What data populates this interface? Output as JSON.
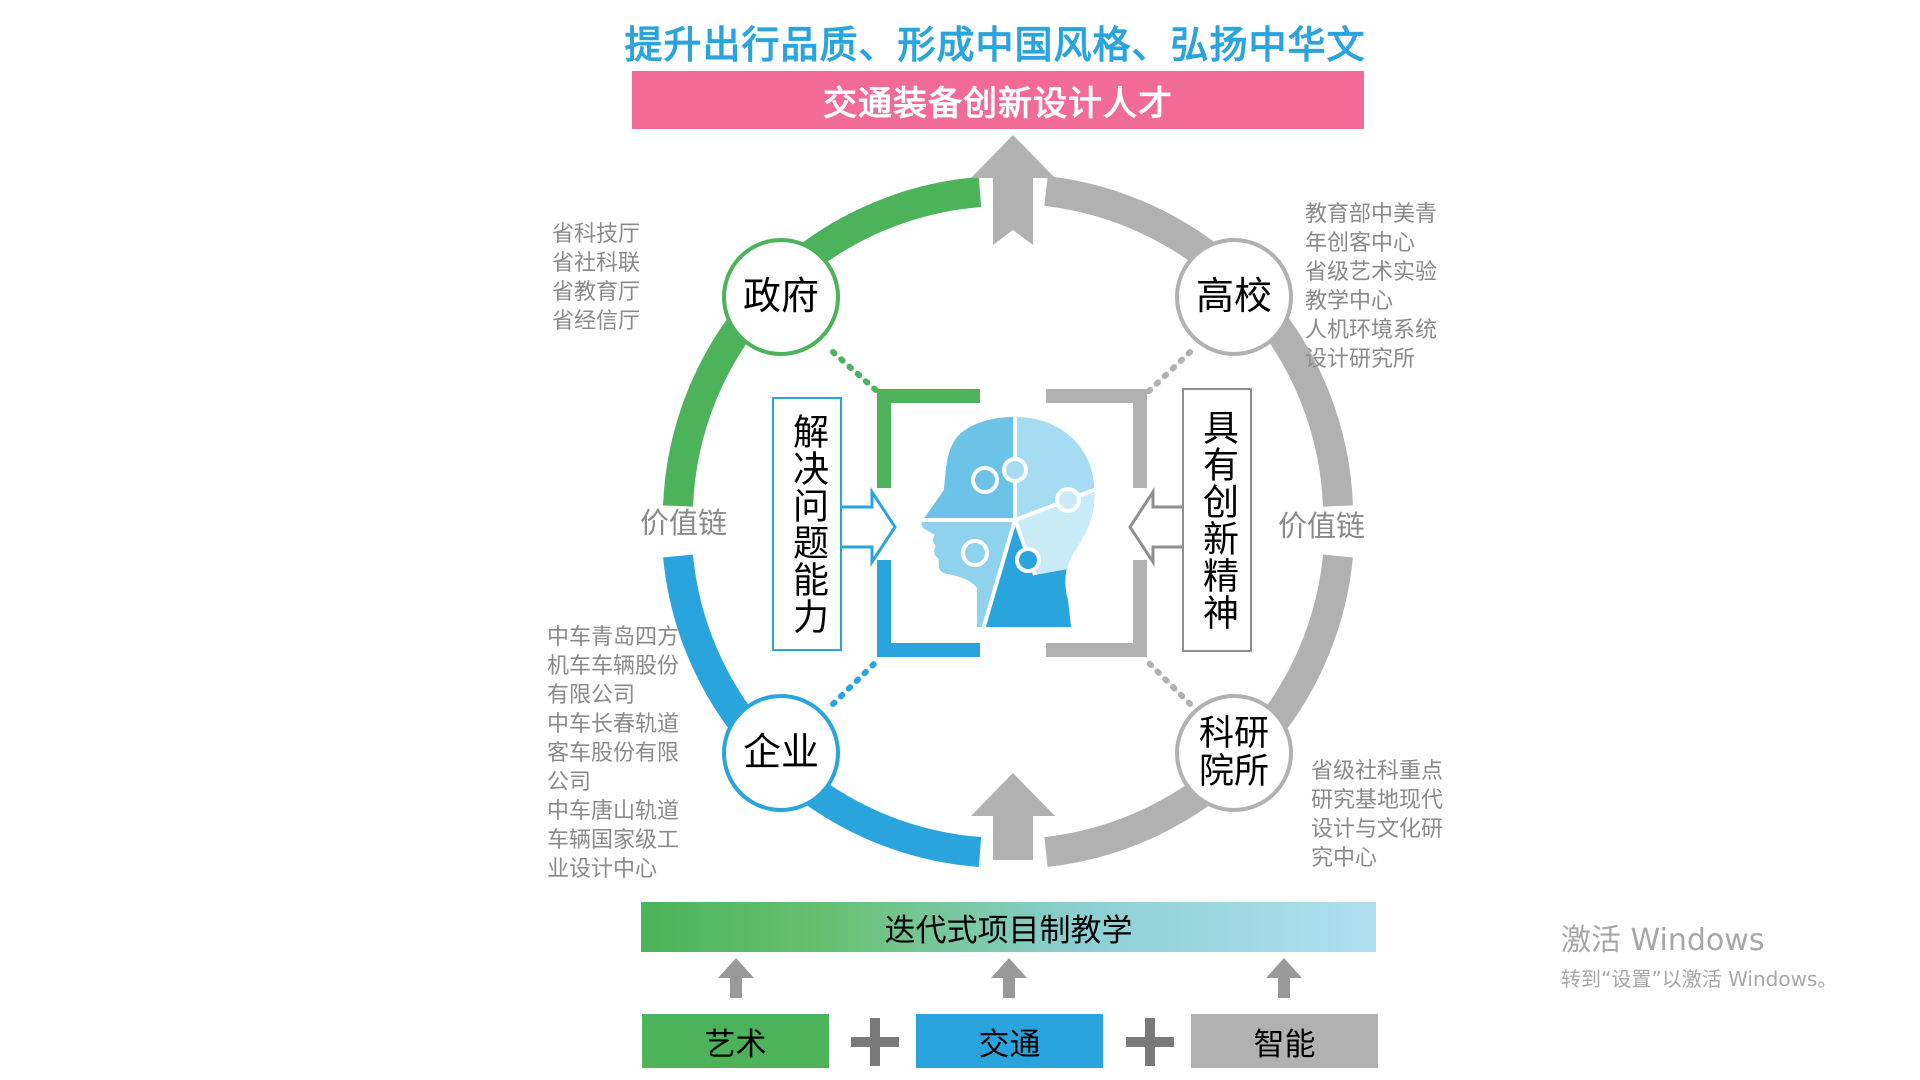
{
  "header": {
    "headline": "提升出行品质、形成中国风格、弘扬中华文化",
    "talent": "交通装备创新设计人才"
  },
  "nodes": {
    "government": "政府",
    "university": "高校",
    "enterprise": "企业",
    "research": "科研\n院所"
  },
  "lists": {
    "government": "省科技厅\n省社科联\n省教育厅\n省经信厅",
    "university": "教育部中美青\n年创客中心\n省级艺术实验\n教学中心\n人机环境系统\n设计研究所",
    "enterprise": "中车青岛四方\n机车车辆股份\n有限公司\n中车长春轨道\n客车股份有限\n公司\n中车唐山轨道\n车辆国家级工\n业设计中心",
    "research": "省级社科重点\n研究基地现代\n设计与文化研\n究中心"
  },
  "chain": {
    "left": "价值链",
    "right": "价值链"
  },
  "abilities": {
    "left": "解决问题能力",
    "right": "具有创新精神"
  },
  "teaching": "迭代式项目制教学",
  "disciplines": {
    "art": "艺术",
    "traffic": "交通",
    "ai": "智能"
  },
  "watermark": {
    "title": "激活 Windows",
    "subtitle": "转到“设置”以激活 Windows。"
  },
  "colors": {
    "green": "#4cb35a",
    "blue": "#2aa4dc",
    "gray": "#b1b1b1",
    "pink": "#f26b97",
    "headline": "#2aa4dc"
  }
}
